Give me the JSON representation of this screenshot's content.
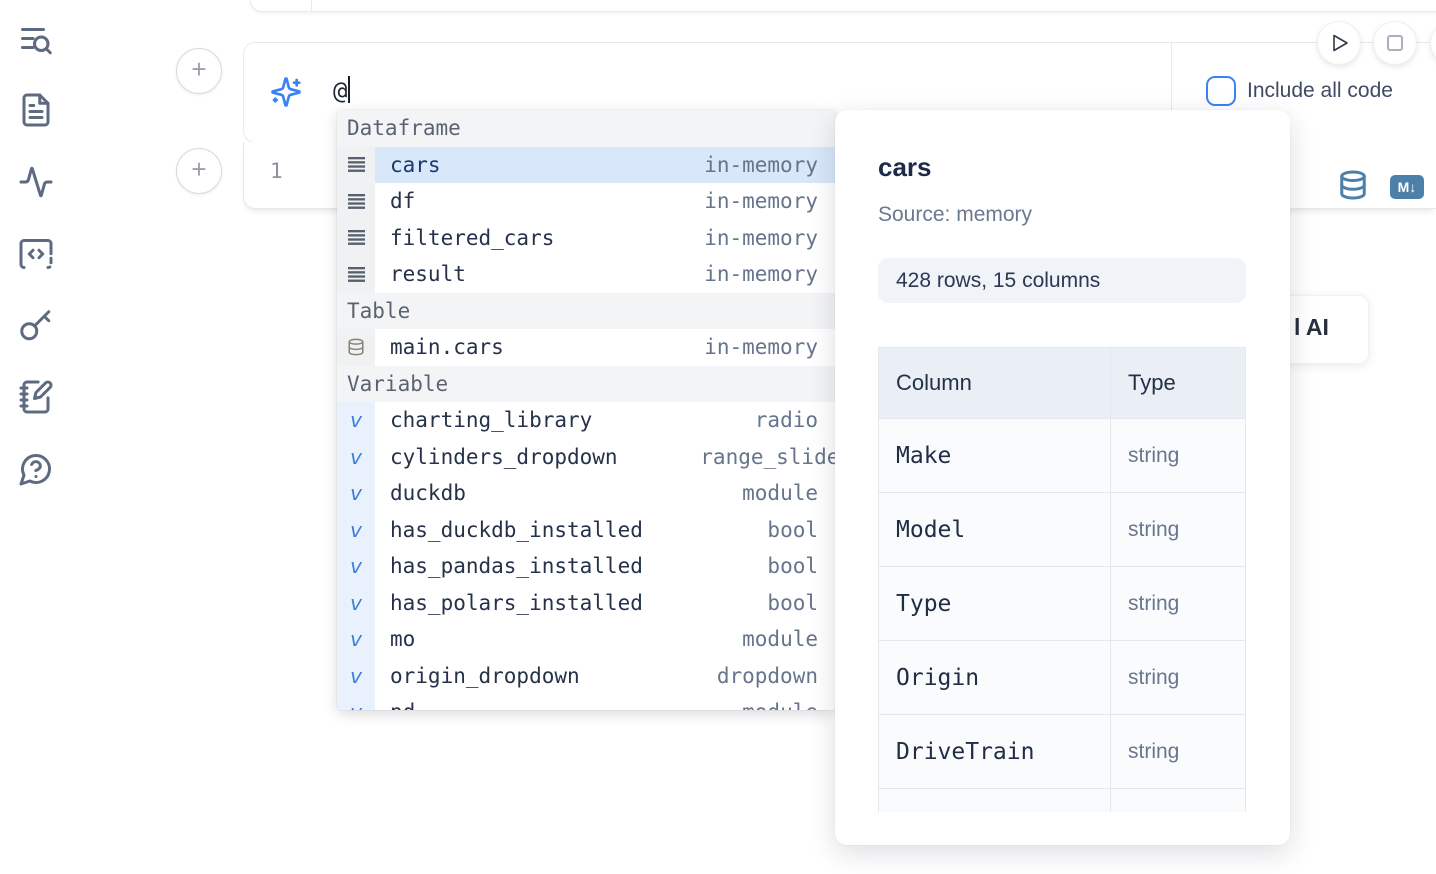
{
  "colors": {
    "accent_blue": "#3b82f6",
    "selection_blue": "#d8e7fa",
    "toolbar_icon_blue": "#4d80a8",
    "sidebar_icon": "#5d6a80"
  },
  "sidebar": {
    "icons": [
      "list-search",
      "file-text",
      "activity",
      "code-square-dashed",
      "key",
      "notebook-pen",
      "help-message"
    ]
  },
  "ai_panel": {
    "input_value": "@",
    "include_all_code_label": "Include all code",
    "sparkles_icon": "sparkles"
  },
  "run_controls": {
    "play_icon": "play",
    "stop_icon": "stop-square"
  },
  "cell": {
    "line_number": "1",
    "datasource_icon": "database",
    "markdown_badge": "M↓"
  },
  "ai_button_fragment": {
    "visible_label": "l AI"
  },
  "autocomplete": {
    "sections": [
      {
        "label": "Dataframe",
        "items": [
          {
            "label": "cars",
            "type": "in-memory",
            "icon": "rows-menu",
            "selected": true
          },
          {
            "label": "df",
            "type": "in-memory",
            "icon": "rows-menu"
          },
          {
            "label": "filtered_cars",
            "type": "in-memory",
            "icon": "rows-menu"
          },
          {
            "label": "result",
            "type": "in-memory",
            "icon": "rows-menu"
          }
        ]
      },
      {
        "label": "Table",
        "items": [
          {
            "label": "main.cars",
            "type": "in-memory",
            "icon": "database"
          }
        ]
      },
      {
        "label": "Variable",
        "items": [
          {
            "label": "charting_library",
            "type": "radio",
            "icon": "v"
          },
          {
            "label": "cylinders_dropdown",
            "type": "range_slider",
            "icon": "v"
          },
          {
            "label": "duckdb",
            "type": "module",
            "icon": "v"
          },
          {
            "label": "has_duckdb_installed",
            "type": "bool",
            "icon": "v"
          },
          {
            "label": "has_pandas_installed",
            "type": "bool",
            "icon": "v"
          },
          {
            "label": "has_polars_installed",
            "type": "bool",
            "icon": "v"
          },
          {
            "label": "mo",
            "type": "module",
            "icon": "v"
          },
          {
            "label": "origin_dropdown",
            "type": "dropdown",
            "icon": "v"
          },
          {
            "label": "pd",
            "type": "module",
            "icon": "v"
          }
        ]
      }
    ]
  },
  "preview": {
    "title": "cars",
    "source": "Source: memory",
    "shape": "428 rows, 15 columns",
    "table": {
      "headers": [
        "Column",
        "Type"
      ],
      "rows": [
        {
          "column": "Make",
          "type": "string"
        },
        {
          "column": "Model",
          "type": "string"
        },
        {
          "column": "Type",
          "type": "string"
        },
        {
          "column": "Origin",
          "type": "string"
        },
        {
          "column": "DriveTrain",
          "type": "string"
        }
      ]
    }
  }
}
